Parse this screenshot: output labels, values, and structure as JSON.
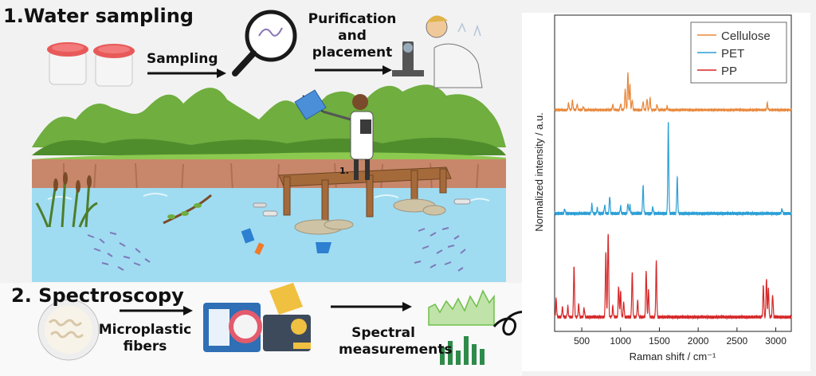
{
  "workflow": {
    "step1_title": "1.Water sampling",
    "sampling_label": "Sampling",
    "purification_label": "Purification\nand\nplacement",
    "marker_label": "1.",
    "step2_title": "2. Spectroscopy",
    "fibers_label": "Microplastic\nfibers",
    "spectral_label": "Spectral\nmeasurements"
  },
  "colors": {
    "cellulose": "#e8873a",
    "pet": "#2a9fd6",
    "pp": "#d62728",
    "water": "#9fdcf2",
    "hills": "#6fae3f",
    "soil": "#c8876a"
  },
  "chart_data": {
    "type": "line",
    "xlabel": "Raman shift / cm⁻¹",
    "ylabel": "Normalized intensity / a.u.",
    "xlim": [
      150,
      3200
    ],
    "xticks": [
      500,
      1000,
      1500,
      2000,
      2500,
      3000
    ],
    "grid": false,
    "legend_position": "top-right",
    "series": [
      {
        "name": "Cellulose",
        "color": "#e8873a",
        "peaks": [
          [
            330,
            0.1
          ],
          [
            380,
            0.14
          ],
          [
            440,
            0.08
          ],
          [
            520,
            0.05
          ],
          [
            900,
            0.08
          ],
          [
            1000,
            0.09
          ],
          [
            1060,
            0.3
          ],
          [
            1095,
            0.55
          ],
          [
            1120,
            0.38
          ],
          [
            1150,
            0.15
          ],
          [
            1290,
            0.12
          ],
          [
            1340,
            0.16
          ],
          [
            1380,
            0.17
          ],
          [
            1470,
            0.08
          ],
          [
            1600,
            0.05
          ],
          [
            2890,
            0.1
          ]
        ]
      },
      {
        "name": "PET",
        "color": "#2a9fd6",
        "peaks": [
          [
            280,
            0.05
          ],
          [
            630,
            0.1
          ],
          [
            700,
            0.06
          ],
          [
            795,
            0.09
          ],
          [
            860,
            0.19
          ],
          [
            1000,
            0.08
          ],
          [
            1095,
            0.11
          ],
          [
            1120,
            0.09
          ],
          [
            1290,
            0.3
          ],
          [
            1415,
            0.07
          ],
          [
            1615,
            1.0
          ],
          [
            1730,
            0.4
          ],
          [
            3080,
            0.05
          ]
        ]
      },
      {
        "name": "PP",
        "color": "#d62728",
        "peaks": [
          [
            170,
            0.2
          ],
          [
            250,
            0.11
          ],
          [
            320,
            0.12
          ],
          [
            400,
            0.58
          ],
          [
            460,
            0.14
          ],
          [
            530,
            0.1
          ],
          [
            810,
            0.73
          ],
          [
            840,
            0.95
          ],
          [
            900,
            0.12
          ],
          [
            975,
            0.35
          ],
          [
            1000,
            0.28
          ],
          [
            1040,
            0.17
          ],
          [
            1150,
            0.5
          ],
          [
            1220,
            0.18
          ],
          [
            1330,
            0.52
          ],
          [
            1360,
            0.3
          ],
          [
            1460,
            0.62
          ],
          [
            2840,
            0.36
          ],
          [
            2880,
            0.43
          ],
          [
            2905,
            0.32
          ],
          [
            2960,
            0.25
          ]
        ]
      }
    ]
  }
}
